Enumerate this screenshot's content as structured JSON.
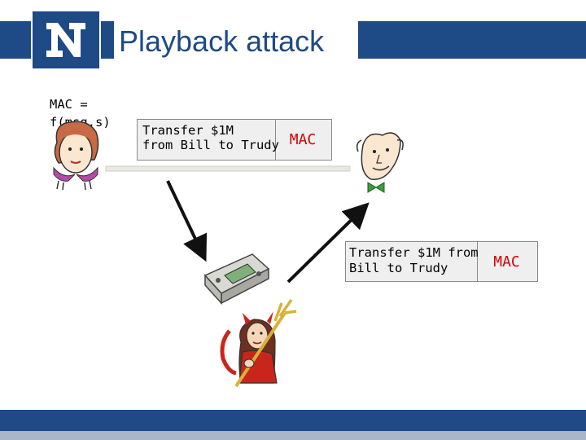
{
  "slide": {
    "title": "Playback attack",
    "logo_letter": "N",
    "mac_definition": "MAC =\nf(msg,s)",
    "message_top": {
      "body": "Transfer $1M\nfrom Bill to Trudy",
      "mac": "MAC"
    },
    "message_replay": {
      "body": "Transfer $1M from\nBill to Trudy",
      "mac": "MAC"
    }
  },
  "colors": {
    "brand_blue": "#1e4a86",
    "mac_red": "#d10000",
    "footer_gray": "#a9b6c8"
  },
  "icons": [
    "alice-figure",
    "bob-figure",
    "trudy-figure",
    "recorder-device",
    "arrow"
  ]
}
